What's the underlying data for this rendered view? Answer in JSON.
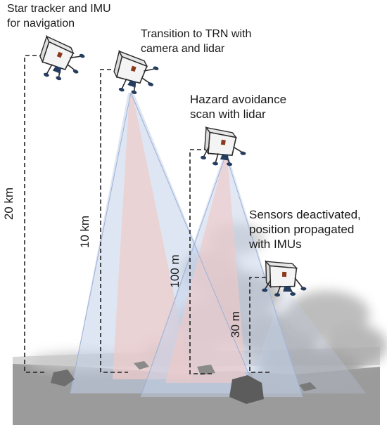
{
  "phases": [
    {
      "caption": "Star tracker and IMU\nfor navigation",
      "altitude": "20 km"
    },
    {
      "caption": "Transition to TRN with\ncamera and lidar",
      "altitude": "10 km"
    },
    {
      "caption": "Hazard avoidance\nscan with lidar",
      "altitude": "100 m"
    },
    {
      "caption": "Sensors deactivated,\nposition propagated\nwith IMUs",
      "altitude": "30 m"
    }
  ],
  "colors": {
    "beam_camera": "#c3d2ea",
    "beam_lidar": "#efcac8",
    "ground": "#9b9b9b",
    "ground_top": "#d6d6d6",
    "lander_body": "#f4f4f4",
    "lander_outline": "#2a2a2a",
    "lander_leg": "#243c5e",
    "lander_patch": "#8a3a1c",
    "dust": "#b4b4b4"
  },
  "icons": [
    "lander-icon",
    "rock-icon",
    "dust-cloud-icon"
  ]
}
